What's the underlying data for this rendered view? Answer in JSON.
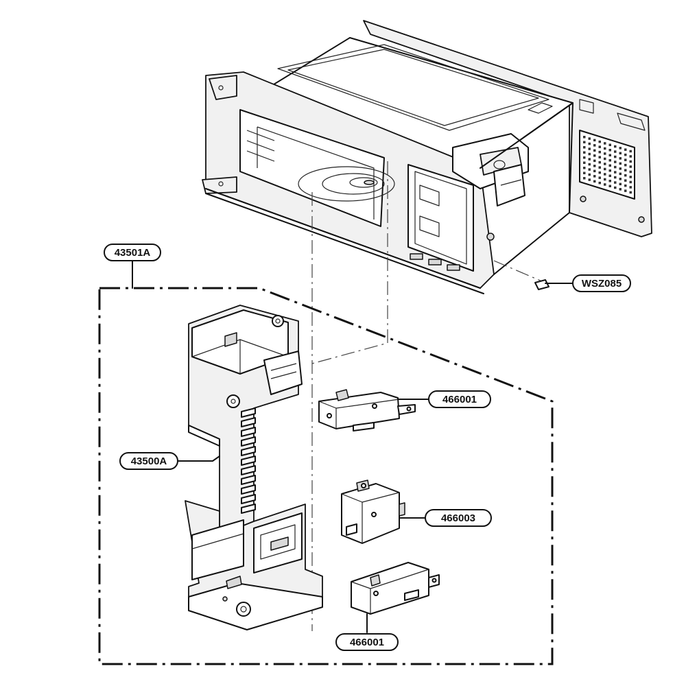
{
  "callouts": {
    "bracket_assembly": "43501A",
    "latch_board": "43500A",
    "screw": "WSZ085",
    "switch_upper": "466001",
    "switch_middle": "466003",
    "switch_lower": "466001"
  },
  "colors": {
    "line": "#111111",
    "background": "#ffffff",
    "panel_shade": "#f1f1f1"
  }
}
